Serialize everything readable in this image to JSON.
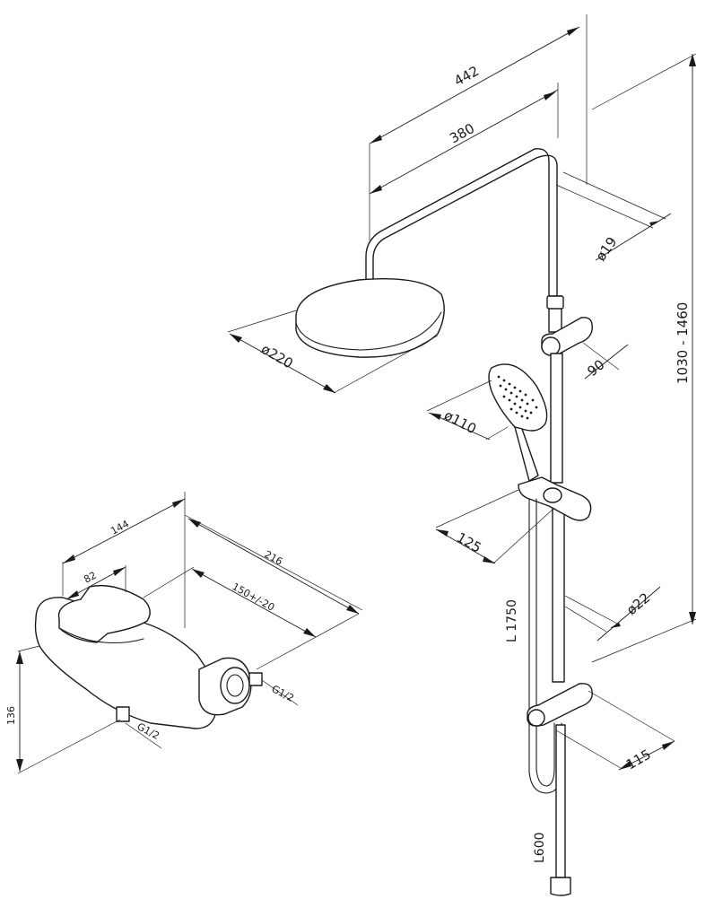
{
  "dimensions": {
    "width_442": "442",
    "width_380": "380",
    "pipe_dia": "ø19",
    "head_dia": "ø220",
    "height_range": "1030 - 1460",
    "bracket_90": "90",
    "hand_dia": "ø110",
    "holder_125": "125",
    "bar_dia": "ø22",
    "hose_1750": "L 1750",
    "hose_600": "L600",
    "bottom_115": "115",
    "mixer_144": "144",
    "mixer_82": "82",
    "mixer_216": "216",
    "mixer_150": "150+/-20",
    "mixer_136": "136",
    "thread_right": "G1/2",
    "thread_bottom": "G1/2"
  }
}
